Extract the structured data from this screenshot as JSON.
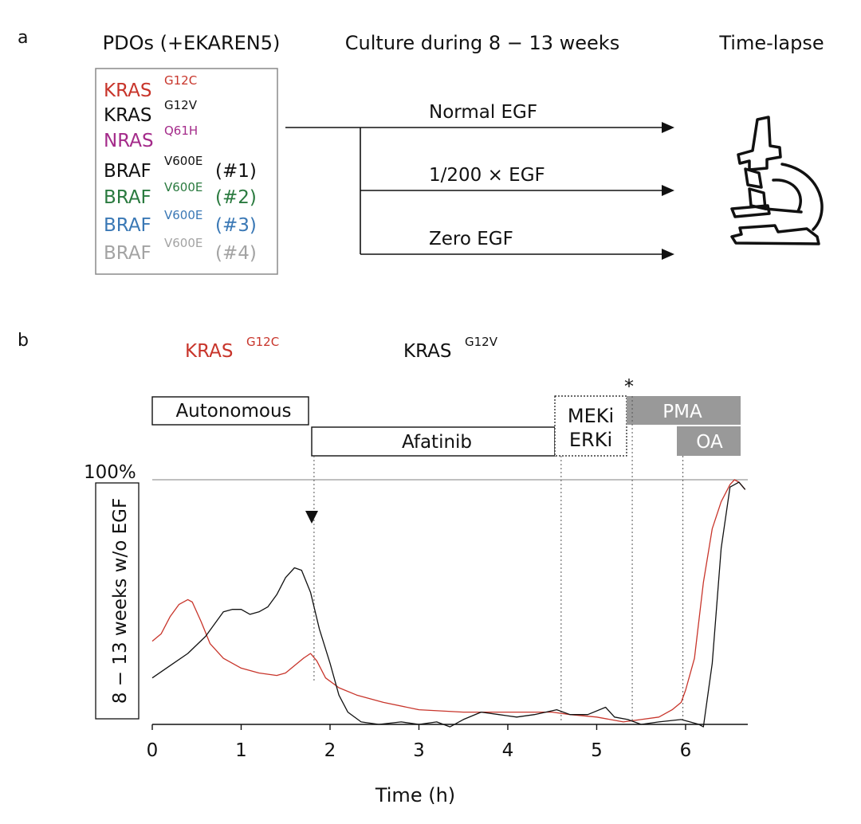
{
  "panel_a": {
    "label": "a",
    "headers": {
      "left": "PDOs (+EKAREN5)",
      "middle": "Culture during 8 − 13 weeks",
      "right": "Time-lapse"
    },
    "organoids": [
      {
        "gene": "KRAS",
        "mutation": "G12C",
        "suffix": "",
        "color": "#c8352b"
      },
      {
        "gene": "KRAS",
        "mutation": "G12V",
        "suffix": "",
        "color": "#111111"
      },
      {
        "gene": "NRAS",
        "mutation": "Q61H",
        "suffix": "",
        "color": "#a42b8a"
      },
      {
        "gene": "BRAF",
        "mutation": "V600E",
        "suffix": "(#1)",
        "color": "#111111"
      },
      {
        "gene": "BRAF",
        "mutation": "V600E",
        "suffix": "(#2)",
        "color": "#2a7a3f"
      },
      {
        "gene": "BRAF",
        "mutation": "V600E",
        "suffix": "(#3)",
        "color": "#3a78b5"
      },
      {
        "gene": "BRAF",
        "mutation": "V600E",
        "suffix": "(#4)",
        "color": "#a3a3a3"
      }
    ],
    "conditions": [
      "Normal EGF",
      "1/200 × EGF",
      "Zero EGF"
    ]
  },
  "panel_b": {
    "label": "b",
    "legend": [
      {
        "gene": "KRAS",
        "mutation": "G12C",
        "color": "#c8352b"
      },
      {
        "gene": "KRAS",
        "mutation": "G12V",
        "color": "#111111"
      }
    ],
    "treatments": {
      "autonomous": "Autonomous",
      "afatinib": "Afatinib",
      "meki": "MEKi",
      "erki": "ERKi",
      "pma": "PMA",
      "oa": "OA",
      "asterisk": "*"
    },
    "colors": {
      "shaded_box": "#999999",
      "shaded_text": "#ffffff",
      "red": "#c8352b",
      "black": "#111111"
    }
  },
  "chart_data": {
    "type": "line",
    "title": "",
    "xlabel": "Time (h)",
    "ylabel": "8 − 13 weeks w/o EGF",
    "xlim": [
      0,
      6.7
    ],
    "ylim": [
      0,
      100
    ],
    "xticks": [
      "0",
      "1",
      "2",
      "3",
      "4",
      "5",
      "6"
    ],
    "yticks": [
      "100%"
    ],
    "treatment_times": {
      "afatinib_start": 1.82,
      "meki_erki_start": 4.6,
      "pma_start": 5.4,
      "oa_start": 5.97
    },
    "series": [
      {
        "name": "KRAS G12C",
        "color": "#c8352b",
        "x": [
          0,
          0.1,
          0.2,
          0.3,
          0.4,
          0.45,
          0.55,
          0.65,
          0.8,
          1.0,
          1.2,
          1.4,
          1.5,
          1.6,
          1.7,
          1.78,
          1.85,
          1.95,
          2.1,
          2.3,
          2.6,
          3.0,
          3.5,
          4.0,
          4.5,
          4.7,
          5.0,
          5.3,
          5.5,
          5.7,
          5.85,
          5.95,
          6.0,
          6.1,
          6.2,
          6.3,
          6.4,
          6.5,
          6.55,
          6.6,
          6.67
        ],
        "y": [
          34,
          37,
          44,
          49,
          51,
          50,
          42,
          33,
          27,
          23,
          21,
          20,
          21,
          24,
          27,
          29,
          26,
          19,
          15,
          12,
          9,
          6,
          5,
          5,
          5,
          4,
          3,
          1,
          2,
          3,
          6,
          9,
          14,
          27,
          58,
          80,
          91,
          98,
          100,
          99,
          96
        ]
      },
      {
        "name": "KRAS G12V",
        "color": "#111111",
        "x": [
          0,
          0.2,
          0.4,
          0.6,
          0.8,
          0.9,
          1.0,
          1.1,
          1.2,
          1.3,
          1.4,
          1.5,
          1.6,
          1.68,
          1.78,
          1.88,
          2.0,
          2.1,
          2.2,
          2.35,
          2.55,
          2.8,
          3.0,
          3.2,
          3.35,
          3.5,
          3.7,
          3.9,
          4.1,
          4.3,
          4.55,
          4.7,
          4.9,
          5.1,
          5.2,
          5.35,
          5.5,
          5.7,
          5.95,
          6.05,
          6.15,
          6.2,
          6.3,
          6.4,
          6.5,
          6.6,
          6.67
        ],
        "y": [
          19,
          24,
          29,
          36,
          46,
          47,
          47,
          45,
          46,
          48,
          53,
          60,
          64,
          63,
          54,
          39,
          25,
          12,
          5,
          1,
          0,
          1,
          0,
          1,
          -1,
          2,
          5,
          4,
          3,
          4,
          6,
          4,
          4,
          7,
          3,
          2,
          0,
          1,
          2,
          1,
          0,
          -1,
          25,
          72,
          97,
          99,
          96
        ]
      }
    ]
  }
}
